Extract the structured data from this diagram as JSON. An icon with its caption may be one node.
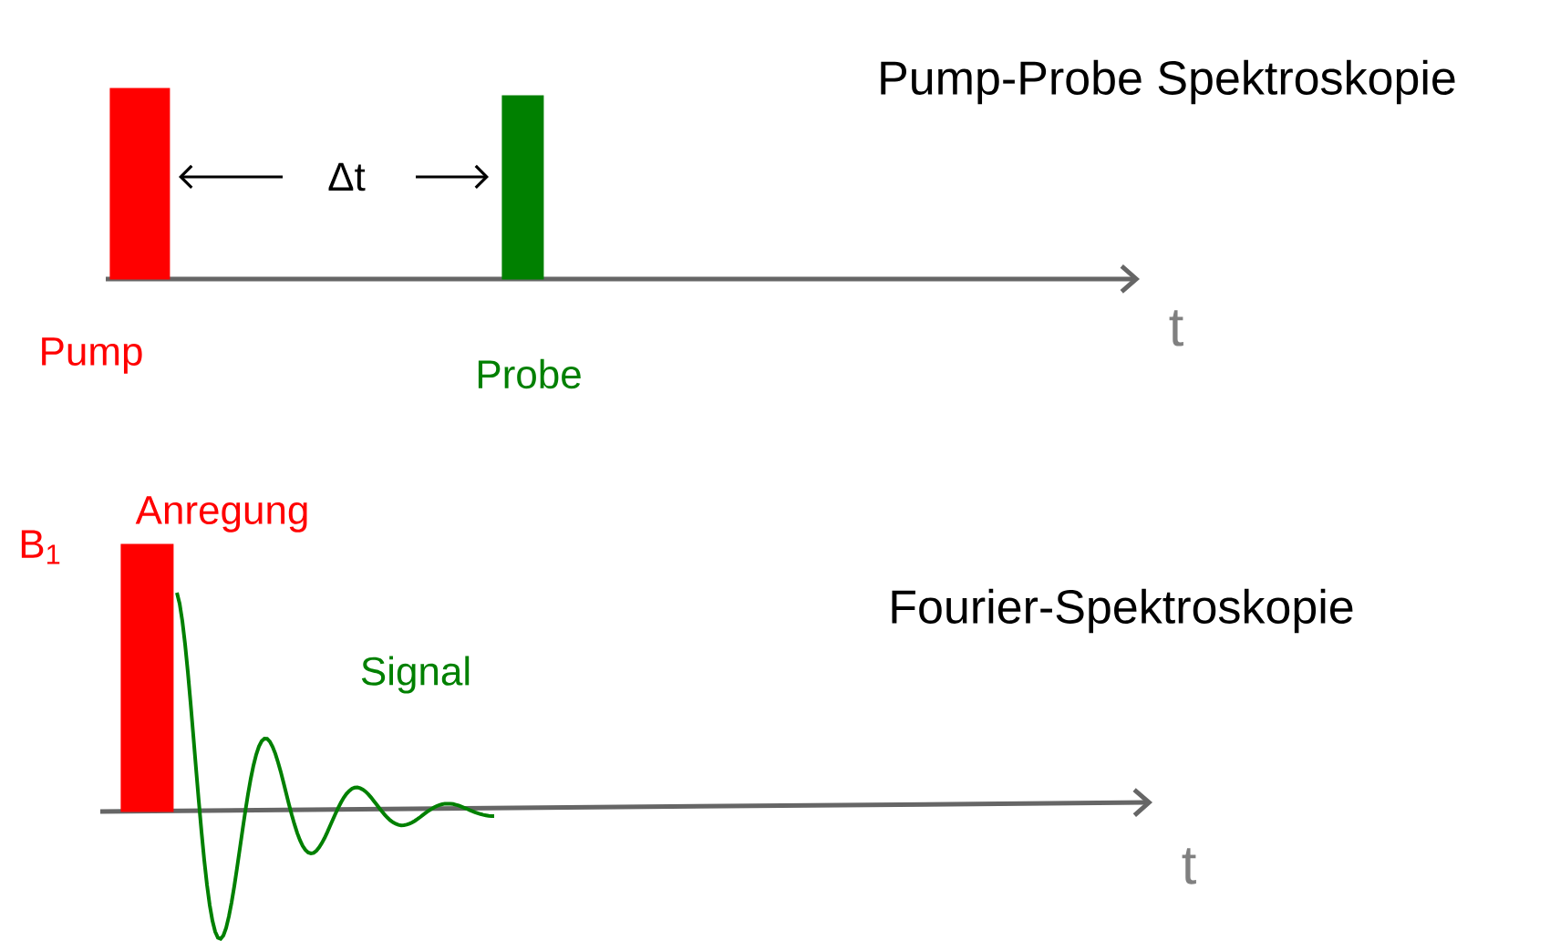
{
  "diagram": {
    "nodes": [
      {
        "text": [],
        "shape": "bar",
        "beside": [
          "Pump"
        ]
      },
      {
        "text": [],
        "shape": "bar",
        "beside": [
          "Probe"
        ]
      },
      {
        "text": [],
        "shape": "bar",
        "beside": [
          "B$_{1}$",
          "Anregung"
        ]
      }
    ],
    "labels": [
      "Pump-Probe Spektroskopie",
      "Δt",
      "t",
      "Fourier-Spektroskopie",
      "Signal",
      "t"
    ]
  }
}
